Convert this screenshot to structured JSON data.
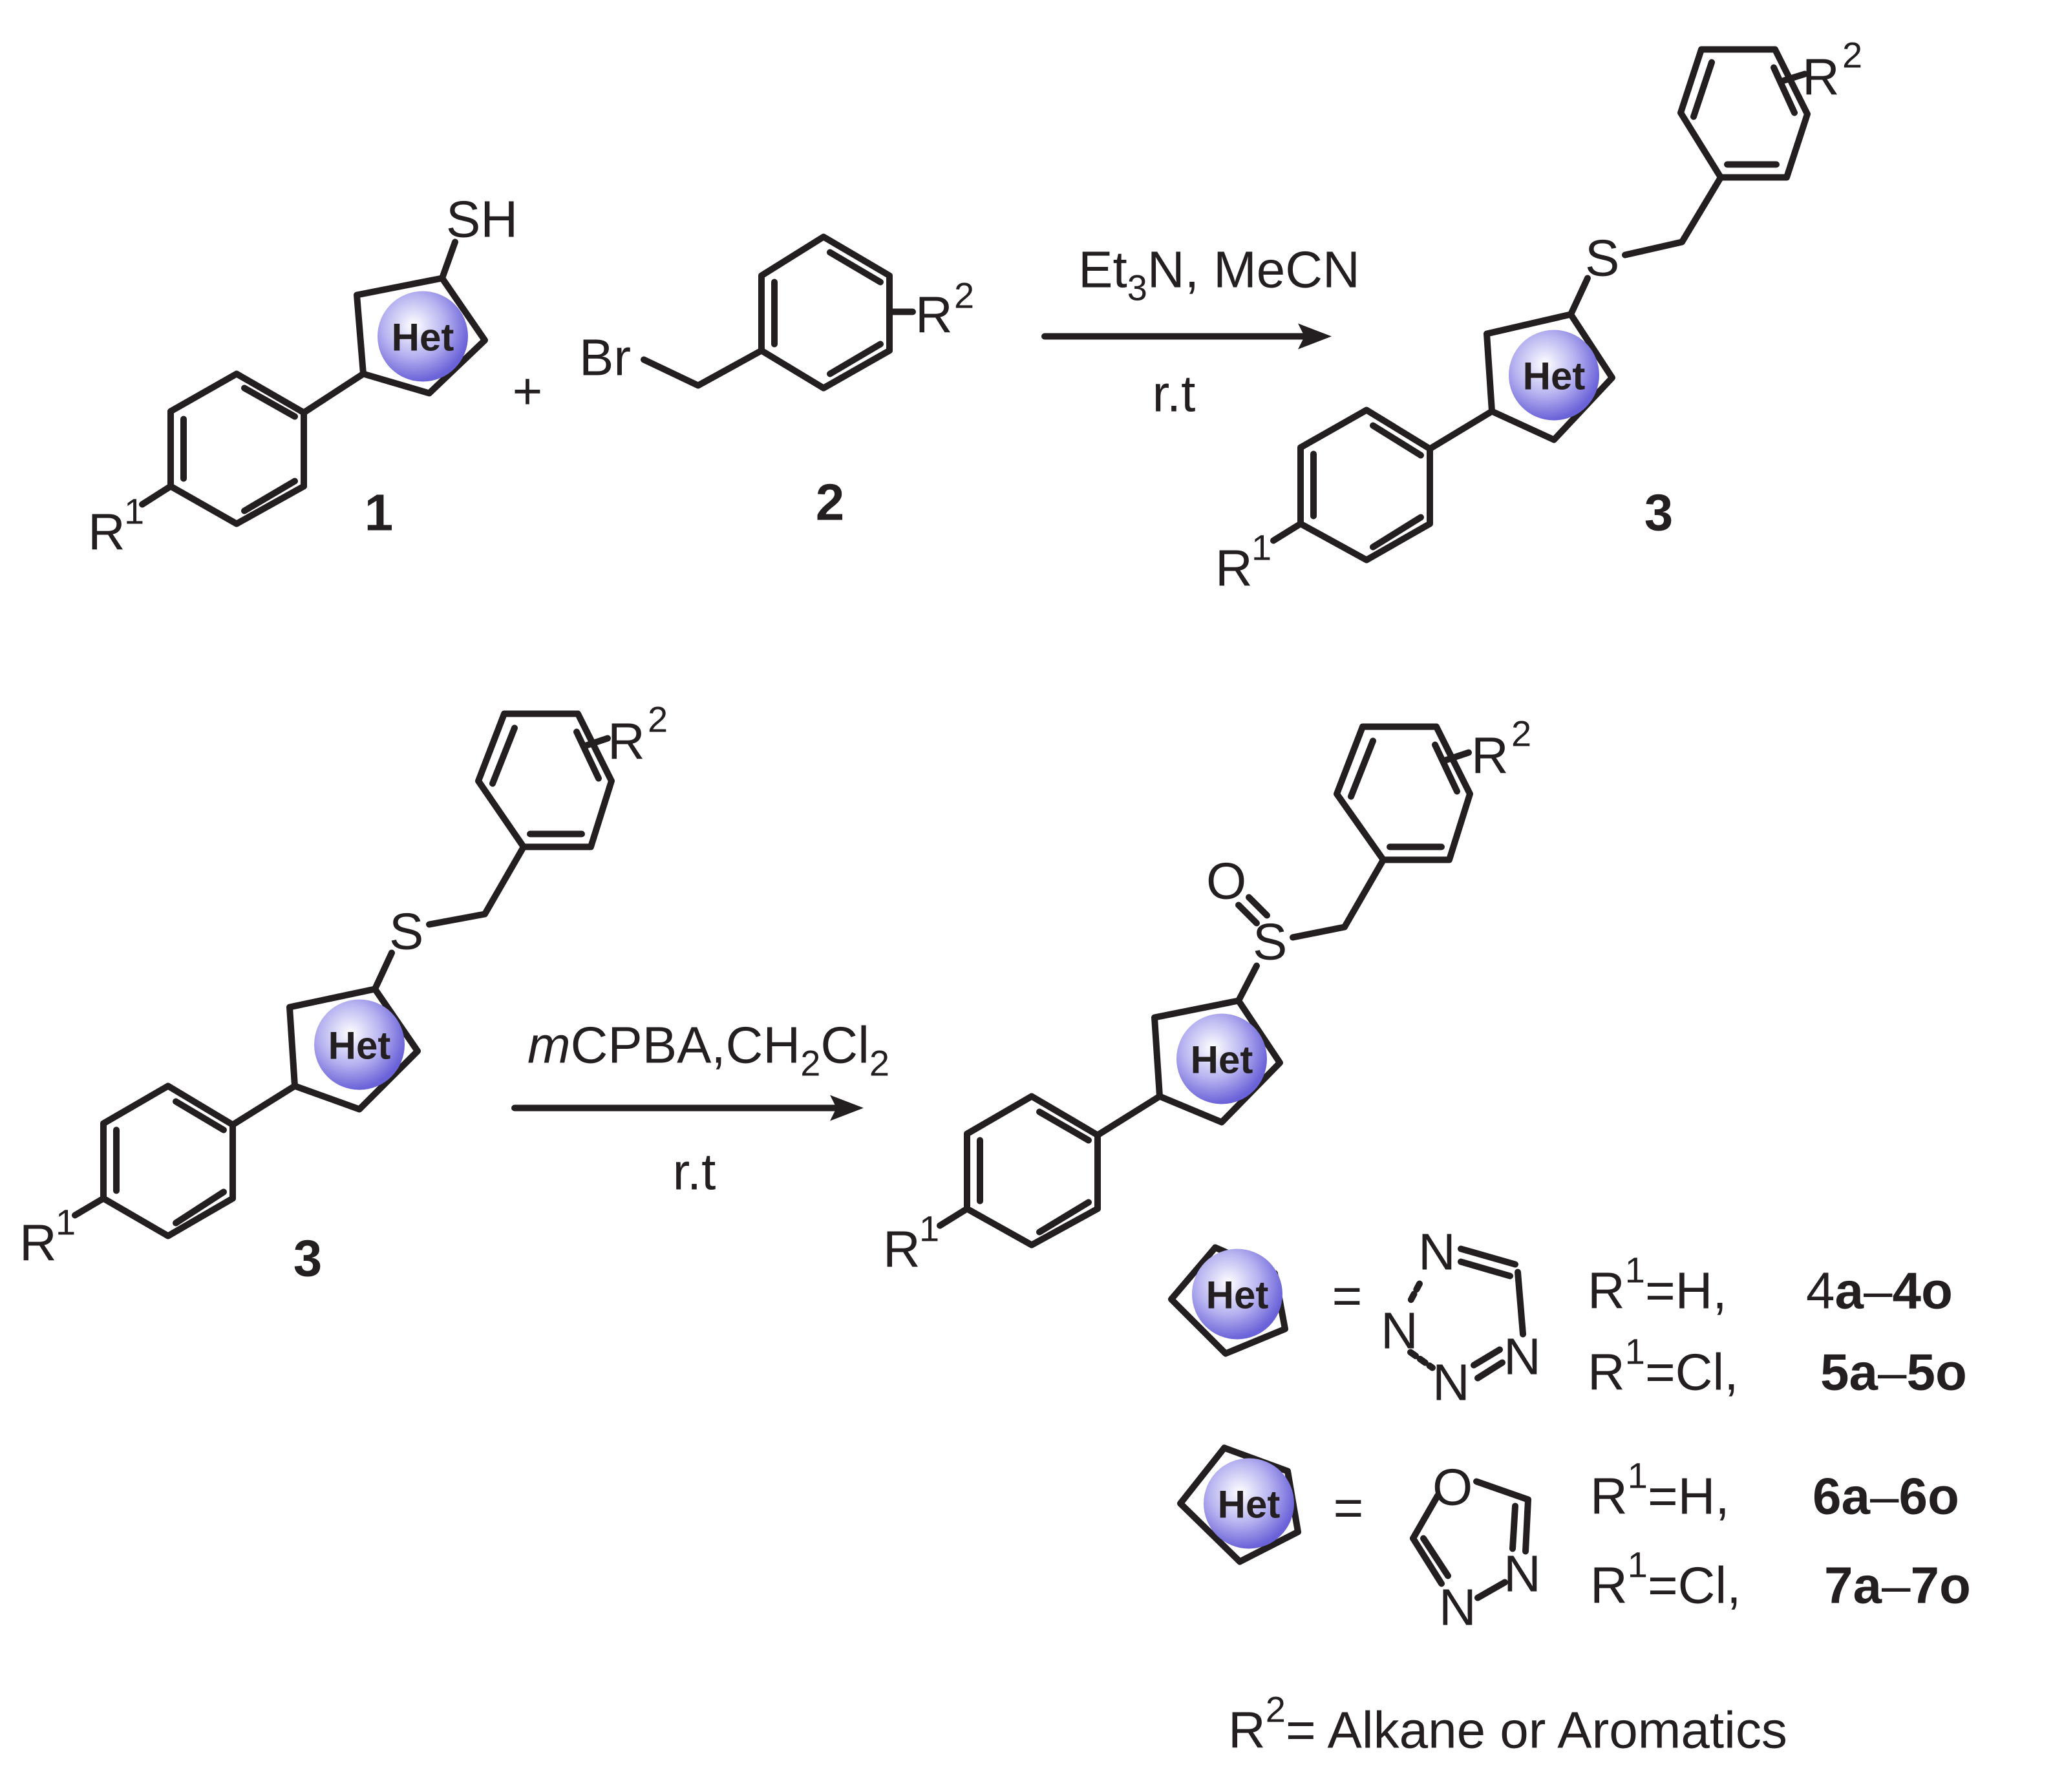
{
  "reaction_1": {
    "reactant_1_label": "1",
    "reactant_2_label": "2",
    "product_label": "3",
    "plus_sign": "+",
    "reagent": {
      "main": "Et",
      "sub": "3",
      "rest": "N, MeCN"
    },
    "condition": "r.t",
    "atoms": {
      "thiol": "SH",
      "bromine": "Br",
      "sulfur": "S",
      "het": "Het",
      "r1": "R",
      "r1_sup": "1",
      "r2": "R",
      "r2_sup": "2"
    }
  },
  "reaction_2": {
    "reactant_label": "3",
    "reagent": {
      "italic": "m",
      "part1": "CPBA,CH",
      "sub1": "2",
      "part2": "Cl",
      "sub2": "2"
    },
    "condition": "r.t",
    "atoms": {
      "sulfur": "S",
      "oxygen": "O",
      "het": "Het",
      "r1": "R",
      "r1_sup": "1",
      "r2": "R",
      "r2_sup": "2"
    }
  },
  "legend": {
    "equals": "=",
    "het": "Het",
    "tetrazole": {
      "atom": "N",
      "rows": [
        {
          "r": "R",
          "sup": "1",
          "text": "=H,",
          "range_a": "4",
          "range_b": "a",
          "dash": "–",
          "range_c": "4o"
        },
        {
          "r": "R",
          "sup": "1",
          "text": "=Cl,",
          "range_a": "5a",
          "range_b": "",
          "dash": "–",
          "range_c": "5o"
        }
      ]
    },
    "oxadiazole": {
      "atom_o": "O",
      "atom_n": "N",
      "rows": [
        {
          "r": "R",
          "sup": "1",
          "text": "=H,",
          "range_a": "6a",
          "dash": "–",
          "range_c": "6o"
        },
        {
          "r": "R",
          "sup": "1",
          "text": "=Cl,",
          "range_a": "7a",
          "dash": "–",
          "range_c": "7o"
        }
      ]
    },
    "r2_note": {
      "r": "R",
      "sup": "2",
      "text": "= Alkane or Aromatics"
    }
  },
  "colors": {
    "ink": "#231f20",
    "het_circle_center": "#ffffff",
    "het_circle_edge": "#6a62d8"
  }
}
